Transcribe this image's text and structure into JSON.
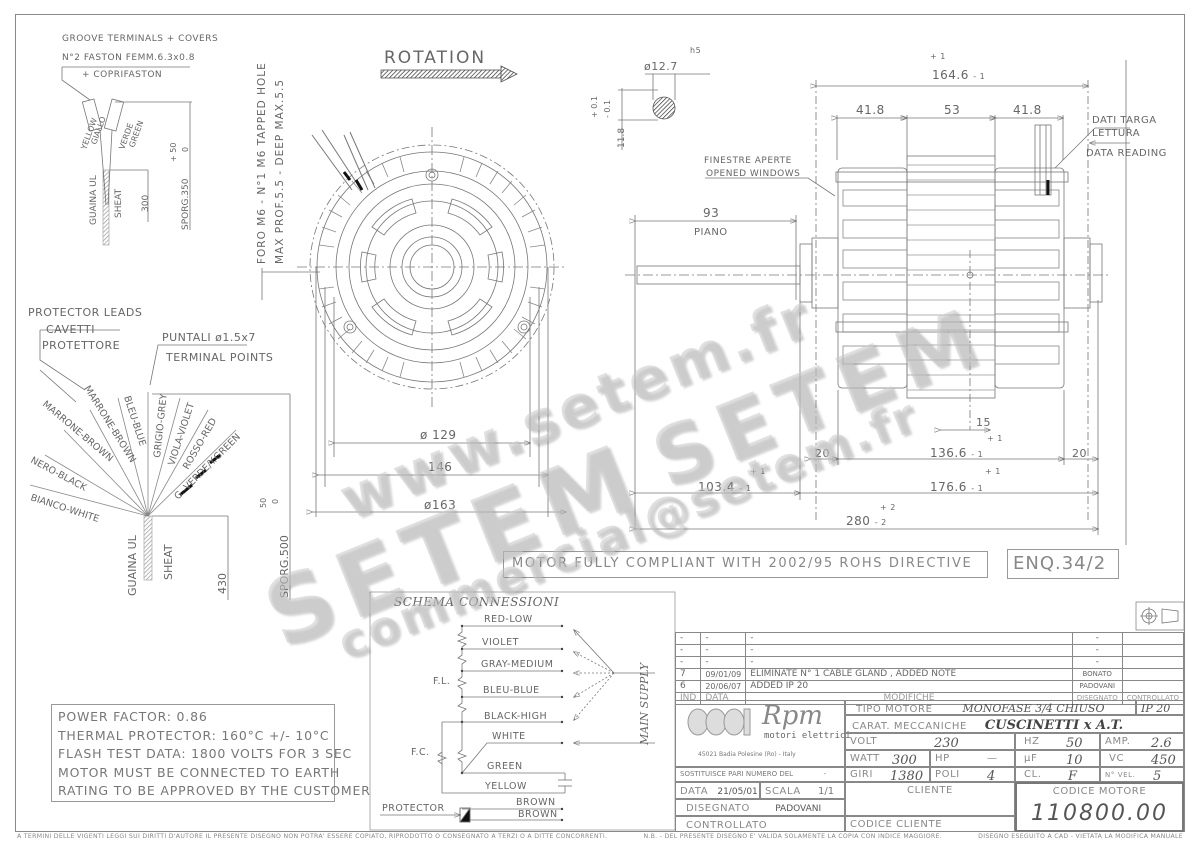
{
  "drawing": {
    "rotation_label": "ROTATION",
    "groove_terminals": {
      "line1": "GROOVE TERMINALS + COVERS",
      "line2": "N°2 FASTON FEMM.6.3x0.8",
      "line3": "+ COPRIFASTON",
      "wire_left": [
        "GIALLO",
        "YELLOW"
      ],
      "wire_right": [
        "VERDE",
        "GREEN"
      ],
      "sheath_labels": [
        "GUAINA UL",
        "SHEAT"
      ],
      "dim_300": "300",
      "dim_sporg": "SPORG.350",
      "tol_plus": "+ 50",
      "tol_minus": "0"
    },
    "tapped_hole": {
      "line1": "FORO M6 - N°1 M6 TAPPED HOLE",
      "line2": "MAX PROF.5.5 - DEEP MAX.5.5"
    },
    "protector_leads": {
      "title": "PROTECTOR LEADS",
      "cavetti": "CAVETTI",
      "protettore": "PROTETTORE",
      "puntali": "PUNTALI ø1.5x7",
      "terminal_points": "TERMINAL POINTS",
      "wires": [
        "BIANCO-WHITE",
        "NERO-BLACK",
        "MARRONE-BROWN",
        "MARRONE-BROWN",
        "BLEU-BLUE",
        "GRIGIO-GREY",
        "VIOLA-VIOLET",
        "ROSSO-RED",
        "G.-VERDE/Y.GREEN"
      ],
      "sheath_labels": [
        "GUAINA UL",
        "SHEAT"
      ],
      "dim_430": "430",
      "dim_sporg": "SPORG.500",
      "tol_plus": "50",
      "tol_minus": "0"
    },
    "front_view": {
      "dim_129": "ø 129",
      "dim_146": "146",
      "dim_163": "ø163"
    },
    "shaft": {
      "diameter": "ø12.7",
      "fit": "h5",
      "flat": "11.8",
      "tol_plus": "+ 0.1",
      "tol_minus": "- 0.1"
    },
    "side_view": {
      "dim_total_top": "164.6",
      "dim_41_8_left": "41.8",
      "dim_53": "53",
      "dim_41_8_right": "41.8",
      "dati_targa": "DATI TARGA",
      "lettura": "LETTURA",
      "data_reading": "DATA READING",
      "finestre": "FINESTRE APERTE",
      "opened_windows": "OPENED WINDOWS",
      "dim_93": "93",
      "piano": "PIANO",
      "dim_15": "15",
      "dim_20_left": "20",
      "dim_136_6": "136.6",
      "dim_20_right": "20",
      "dim_103_4": "103.4",
      "dim_176_6": "176.6",
      "dim_280": "280",
      "tol_1_plus": "+ 1",
      "tol_1_minus": "- 1",
      "tol_2_plus": "+ 2",
      "tol_2_minus": "- 2"
    }
  },
  "rohs_note": "MOTOR FULLY COMPLIANT WITH 2002/95 ROHS DIRECTIVE",
  "enq": "ENQ.34/2",
  "notes": [
    "POWER FACTOR: 0.86",
    "THERMAL PROTECTOR: 160°C +/- 10°C",
    "FLASH TEST DATA: 1800 VOLTS FOR 3 SEC",
    "MOTOR MUST BE CONNECTED TO EARTH",
    "RATING TO BE APPROVED BY THE CUSTOMER"
  ],
  "schema": {
    "title": "SCHEMA CONNESSIONI",
    "leads": [
      "RED-LOW",
      "VIOLET",
      "GRAY-MEDIUM",
      "BLEU-BLUE",
      "BLACK-HIGH",
      "WHITE",
      "GREEN",
      "YELLOW"
    ],
    "fl": "F.L.",
    "fc": "F.C.",
    "main_supply": "MAIN SUPPLY",
    "protector": "PROTECTOR",
    "brown1": "BROWN",
    "brown2": "BROWN"
  },
  "revisions": {
    "rows": [
      {
        "ind": "-",
        "data": "-",
        "mod": "-",
        "dis": "-",
        "ctrl": ""
      },
      {
        "ind": "-",
        "data": "-",
        "mod": "-",
        "dis": "-",
        "ctrl": ""
      },
      {
        "ind": "-",
        "data": "-",
        "mod": "-",
        "dis": "-",
        "ctrl": ""
      },
      {
        "ind": "7",
        "data": "09/01/09",
        "mod": "ELIMINATE N° 1 CABLE GLAND , ADDED NOTE",
        "dis": "BONATO",
        "ctrl": ""
      },
      {
        "ind": "6",
        "data": "20/06/07",
        "mod": "ADDED IP 20",
        "dis": "PADOVANI",
        "ctrl": ""
      }
    ],
    "headers": {
      "ind": "IND",
      "data": "DATA",
      "mod": "MODIFICHE",
      "dis": "DISEGNATO",
      "ctrl": "CONTROLLATO"
    }
  },
  "title_block": {
    "company": "Rpm",
    "company_sub": "motori elettrici",
    "address": "45021 Badia Polesine (Ro) - Italy",
    "sostituisce_label": "SOSTITUISCE PARI NUMERO DEL",
    "sostituisce_value": "-",
    "data_label": "DATA",
    "data_value": "21/05/01",
    "scala_label": "SCALA",
    "scala_value": "1/1",
    "disegnato_label": "DISEGNATO",
    "disegnato_value": "PADOVANI",
    "controllato_label": "CONTROLLATO",
    "tipo_motore_label": "TIPO MOTORE",
    "tipo_motore_value": "MONOFASE 3/4 CHIUSO",
    "ip": "IP 20",
    "carat_label": "CARAT. MECCANICHE",
    "carat_value": "CUSCINETTI x A.T.",
    "volt_label": "VOLT",
    "volt_value": "230",
    "hz_label": "HZ",
    "hz_value": "50",
    "amp_label": "AMP.",
    "amp_value": "2.6",
    "watt_label": "WATT",
    "watt_value": "300",
    "hp_label": "HP",
    "hp_value": "—",
    "uf_label": "µF",
    "uf_value": "10",
    "vc_label": "VC",
    "vc_value": "450",
    "giri_label": "GIRI",
    "giri_value": "1380",
    "poli_label": "POLI",
    "poli_value": "4",
    "cl_label": "CL.",
    "cl_value": "F",
    "nvel_label": "N° VEL.",
    "nvel_value": "5",
    "cliente_label": "CLIENTE",
    "codice_cliente_label": "CODICE CLIENTE",
    "codice_motore_label": "CODICE MOTORE",
    "codice_motore_value": "110800.00"
  },
  "footer": {
    "left": "A TERMINI DELLE VIGENTI LEGGI SUI DIRITTI D'AUTORE IL PRESENTE DISEGNO NON POTRA' ESSERE COPIATO, RIPRODOTTO O CONSEGNATO A TERZI O A DITTE CONCORRENTI.",
    "mid": "N.B. - DEL PRESENTE DISEGNO E' VALIDA SOLAMENTE LA COPIA CON INDICE MAGGIORE.",
    "right": "DISEGNO ESEGUITO A CAD - VIETATA LA MODIFICA MANUALE"
  },
  "watermarks": {
    "www": "www.setem.fr",
    "setem": "SETEM",
    "email": "commercial@setem.fr"
  }
}
